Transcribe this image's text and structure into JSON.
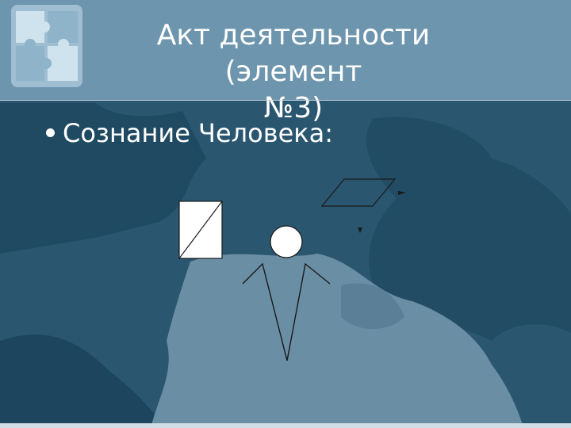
{
  "slide": {
    "title_line1": "Акт деятельности (элемент",
    "title_line2": "№3)",
    "bullet": "Сознание Человека:"
  },
  "colors": {
    "background": "#2a5670",
    "puzzle_light": "#6c8fa5",
    "text": "#ffffff"
  },
  "icons": [
    "puzzle-logo-icon",
    "bullet-dot-icon"
  ]
}
